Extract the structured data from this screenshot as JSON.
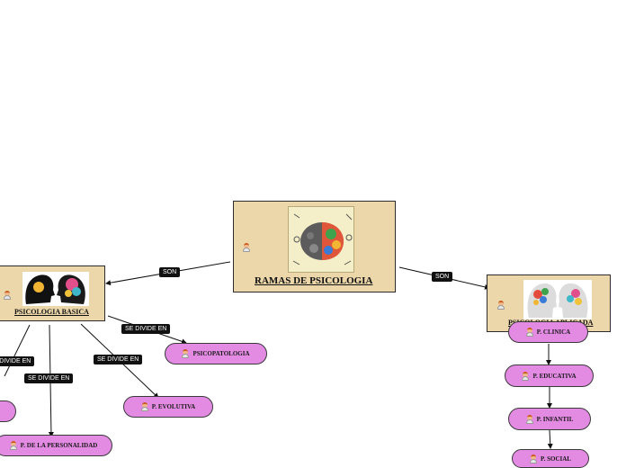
{
  "root": {
    "title": "RAMAS DE PSICOLOGIA"
  },
  "basica": {
    "title": "PSICOLOGIA BASICA"
  },
  "aplicada": {
    "title": "PSICOLOGIA APLICADA"
  },
  "edge_labels": {
    "son_left": "SON",
    "son_right": "SON",
    "divide_psicopatologia": "SE DIVIDE EN",
    "divide_evolutiva": "SE DIVIDE EN",
    "divide_personalidad": "SE DIVIDE EN",
    "divide_left": "SE DIVIDE EN"
  },
  "basica_children": {
    "psicopatologia": "PSICOPATOLOGIA",
    "evolutiva": "P. EVOLUTIVA",
    "personalidad": "P. DE LA PERSONALIDAD"
  },
  "aplicada_children": {
    "clinica": "P. CLINICA",
    "educativa": "P. EDUCATIVA",
    "infantil": "P. INFANTIL",
    "social": "P. SOCIAL"
  },
  "colors": {
    "main_node": "#ecd7ab",
    "child_node": "#e38ae3",
    "tag": "#111111"
  }
}
